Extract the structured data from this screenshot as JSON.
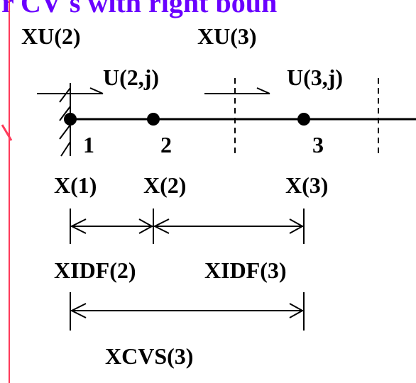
{
  "title": "r CV's with right boun",
  "labels": {
    "xu2": "XU(2)",
    "xu3": "XU(3)",
    "u2j": "U(2,j)",
    "u3j": "U(3,j)",
    "node1": "1",
    "node2": "2",
    "node3": "3",
    "x1": "X(1)",
    "x2": "X(2)",
    "x3": "X(3)",
    "xidf2": "XIDF(2)",
    "xidf3": "XIDF(3)",
    "xcvs3": "XCVS(3)"
  },
  "colors": {
    "title": "#6a00ff",
    "margin_line": "#ff3a5a",
    "ink": "#000000"
  }
}
